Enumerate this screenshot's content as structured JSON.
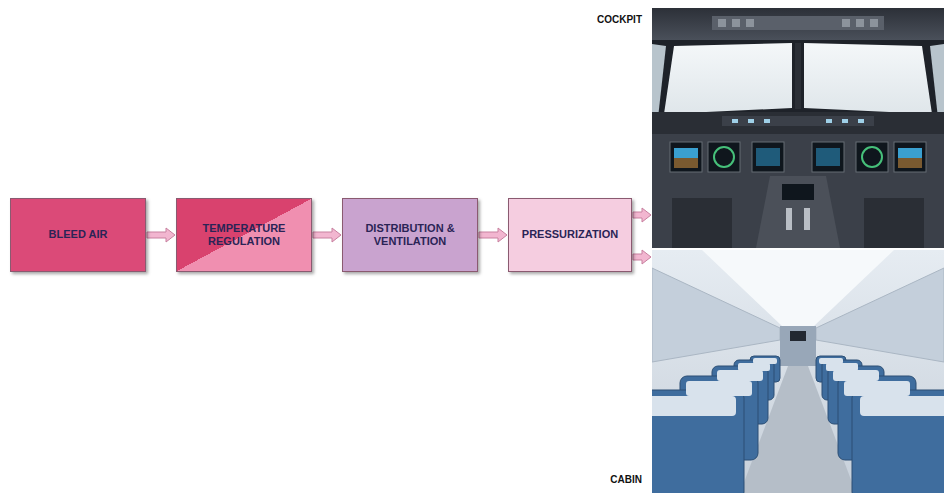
{
  "diagram": {
    "nodes": [
      {
        "text": [
          "BLEED AIR"
        ]
      },
      {
        "text": [
          "TEMPERATURE REGULATION"
        ]
      },
      {
        "text": [
          "DISTRIBUTION & VENTILATION"
        ]
      },
      {
        "text": [
          "PRESSURIZATION"
        ]
      },
      {
        "text": [
          "COCKPIT"
        ]
      },
      {
        "text": [
          "CABIN"
        ]
      }
    ],
    "edges": [
      {
        "from": 0,
        "to": 1,
        "arrow": "to"
      },
      {
        "from": 1,
        "to": 2,
        "arrow": "to"
      },
      {
        "from": 2,
        "to": 3,
        "arrow": "to"
      },
      {
        "from": 3,
        "to": 4,
        "arrow": "to"
      },
      {
        "from": 3,
        "to": 5,
        "arrow": "to"
      }
    ]
  }
}
